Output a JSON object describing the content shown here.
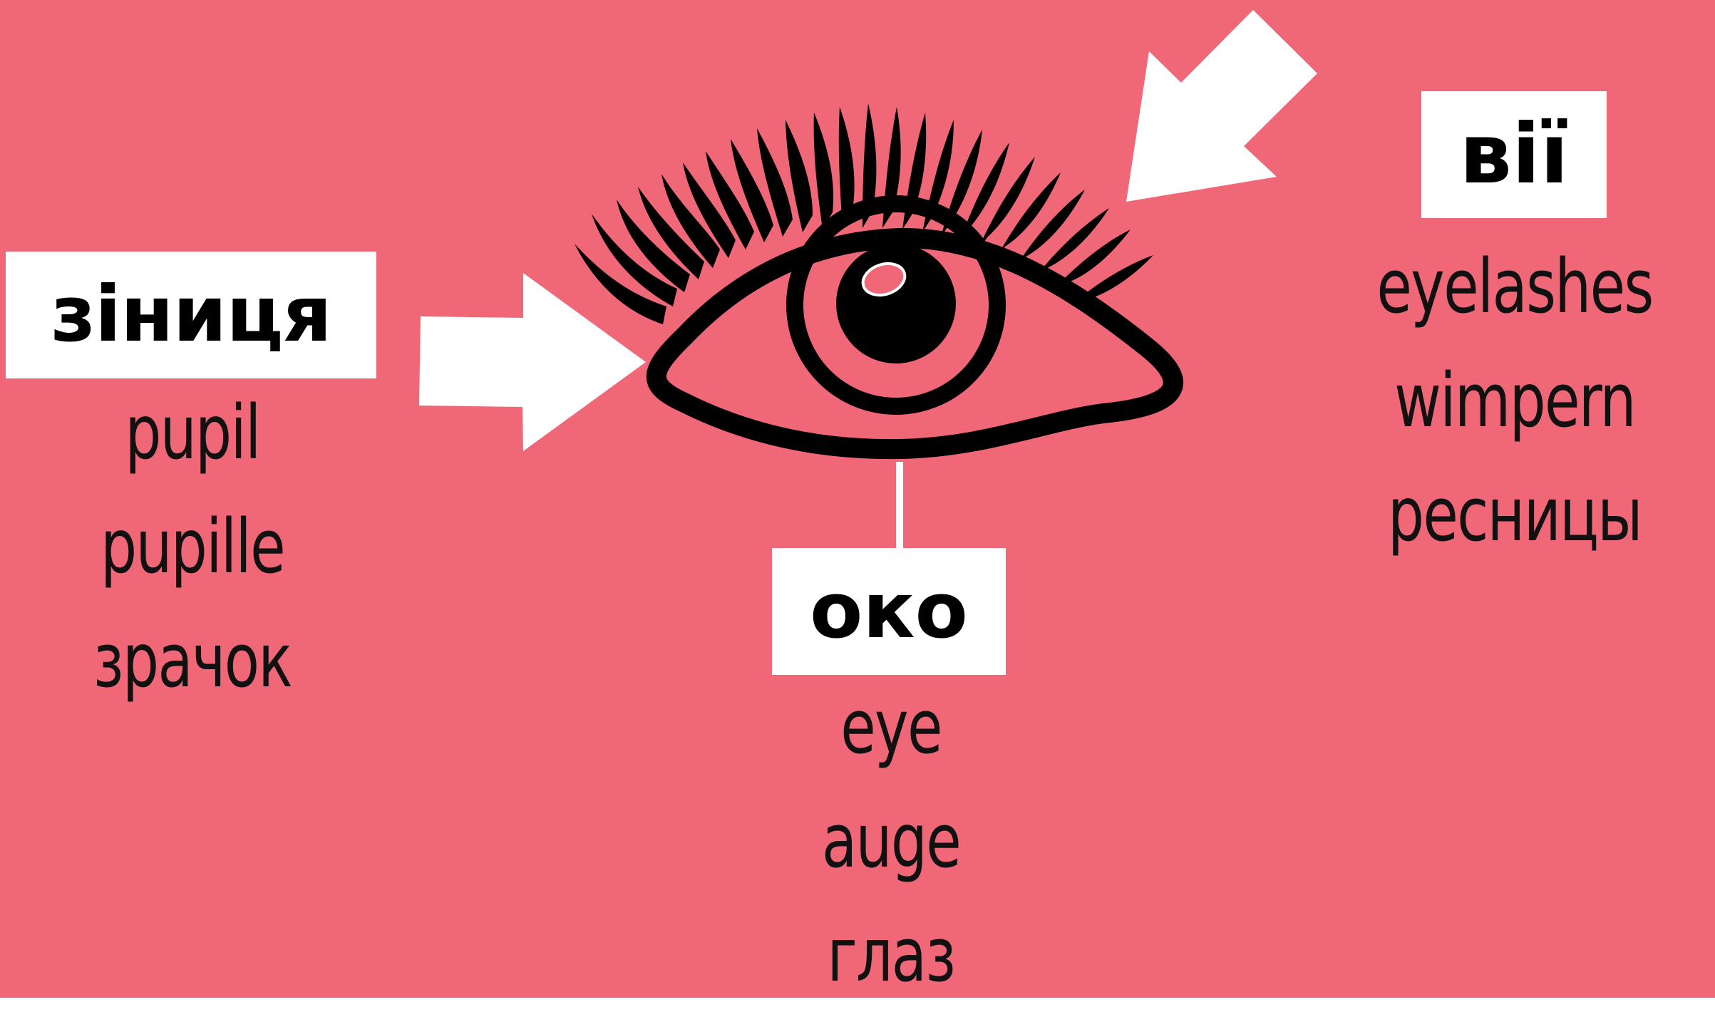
{
  "colors": {
    "background": "#f06878",
    "label_background": "#ffffff",
    "ink": "#000000",
    "arrow": "#ffffff"
  },
  "icons": {
    "illustration": "eye-with-eyelashes-icon",
    "arrows": [
      "arrow-right-icon",
      "arrow-down-left-icon"
    ]
  },
  "labels": {
    "pupil": {
      "term": "зіниця",
      "translations": [
        "pupil",
        "pupille",
        "зрачок"
      ]
    },
    "eyelashes": {
      "term": "вії",
      "translations": [
        "eyelashes",
        "wimpern",
        "ресницы"
      ]
    },
    "eye": {
      "term": "око",
      "translations": [
        "eye",
        "auge",
        "глаз"
      ]
    }
  }
}
